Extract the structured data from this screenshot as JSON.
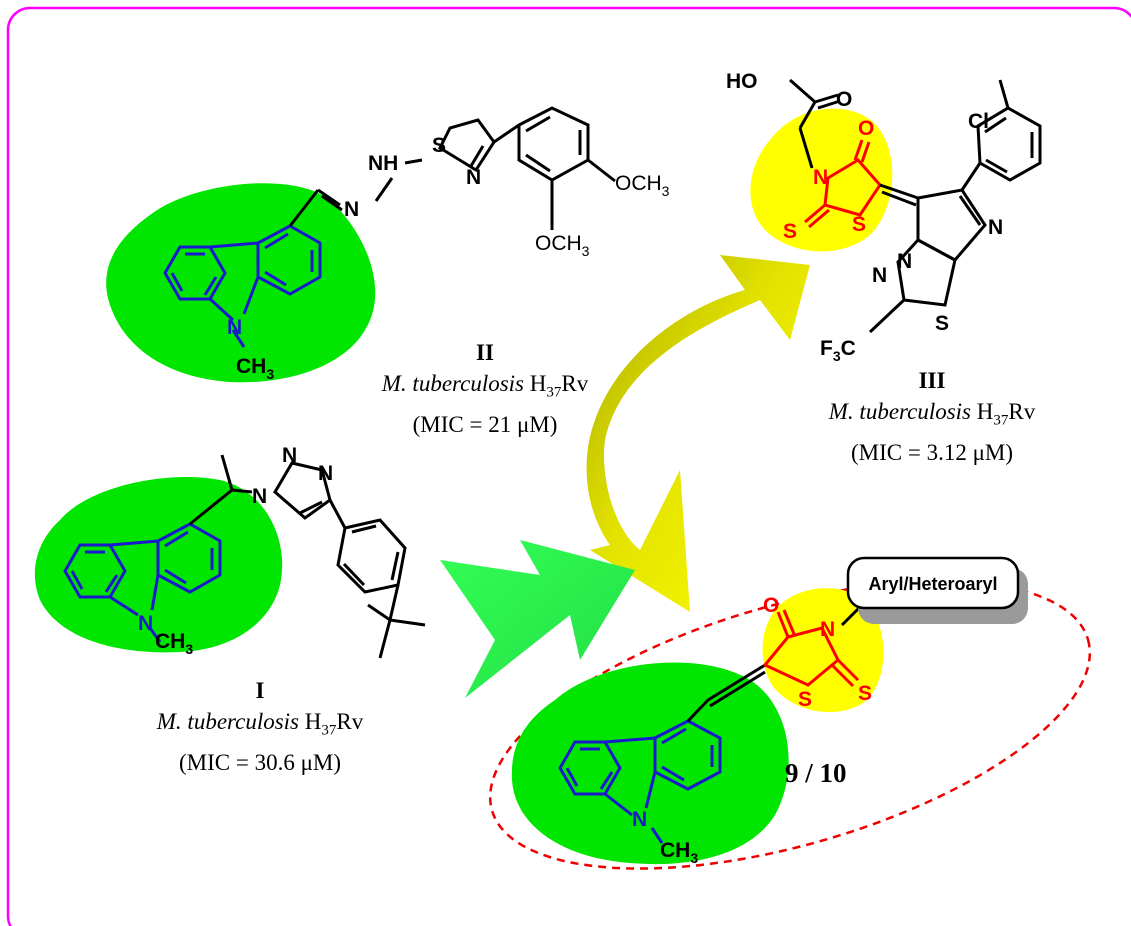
{
  "compounds": {
    "II": {
      "id": "II",
      "organism_italic": "M. tuberculosis",
      "strain_base": "H",
      "strain_sub": "37",
      "strain_tail": "Rv",
      "mic": "(MIC = 21 μM)"
    },
    "III": {
      "id": "III",
      "organism_italic": "M. tuberculosis",
      "strain_base": "H",
      "strain_sub": "37",
      "strain_tail": "Rv",
      "mic": "(MIC = 3.12 μM)"
    },
    "I": {
      "id": "I",
      "organism_italic": "M. tuberculosis",
      "strain_base": "H",
      "strain_sub": "37",
      "strain_tail": "Rv",
      "mic": "(MIC = 30.6 μM)"
    }
  },
  "target": {
    "label": "9 / 10",
    "aryl_box": "Aryl/Heteroaryl"
  },
  "atoms": {
    "N": "N",
    "NH": "NH",
    "S": "S",
    "O": "O",
    "HO": "HO",
    "Cl": "Cl",
    "OCH3_base": "OCH",
    "CH3_base": "CH",
    "F3C_F": "F",
    "F3C_C": "C",
    "sub3": "3"
  },
  "colors": {
    "frame": "#ff00ff",
    "carbazole_highlight": "#00e600",
    "rhodanine_highlight": "#ffff00",
    "carbazole_bonds": "#1a1acc",
    "rhodanine_bonds": "#ff0000",
    "ellipse": "#ee0000"
  }
}
